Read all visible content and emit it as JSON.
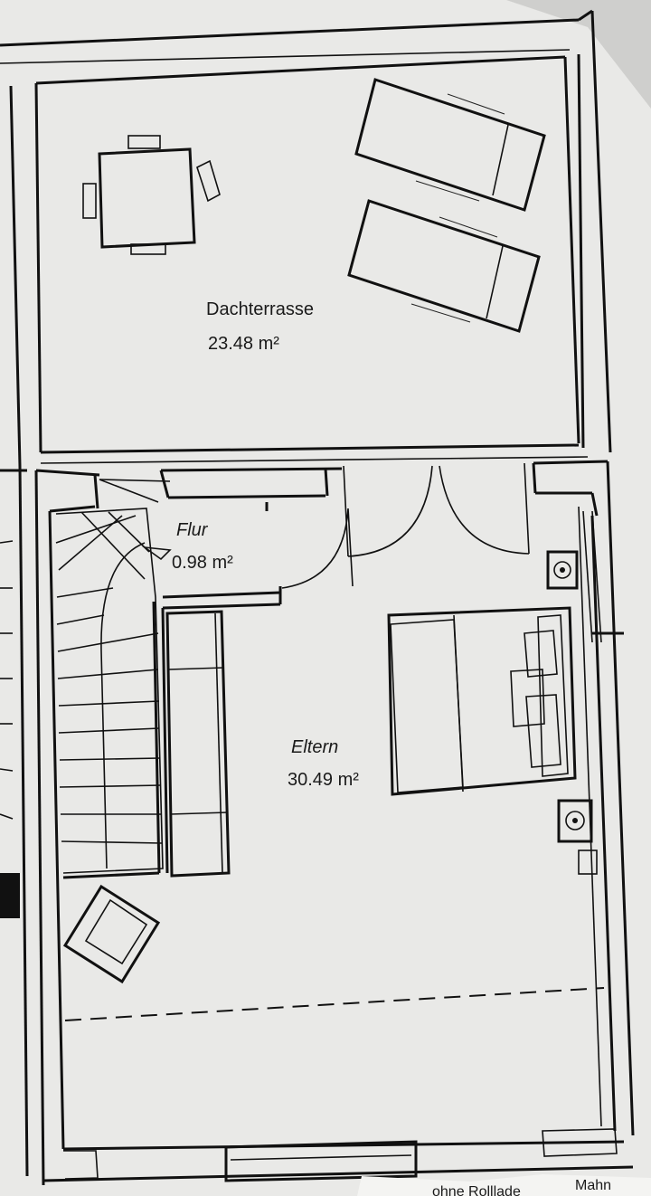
{
  "rooms": {
    "terrace": {
      "name": "Dachterrasse",
      "area": "23.48 m²"
    },
    "hall": {
      "name": "Flur",
      "area": "0.98 m²"
    },
    "bedroom": {
      "name": "Eltern",
      "area": "30.49 m²"
    }
  },
  "footer": {
    "left_text": "ohne Rolllade",
    "right_text": "Mahn"
  },
  "colors": {
    "paper": "#ececea",
    "ink": "#111111",
    "margin": "#d9d9d7"
  }
}
